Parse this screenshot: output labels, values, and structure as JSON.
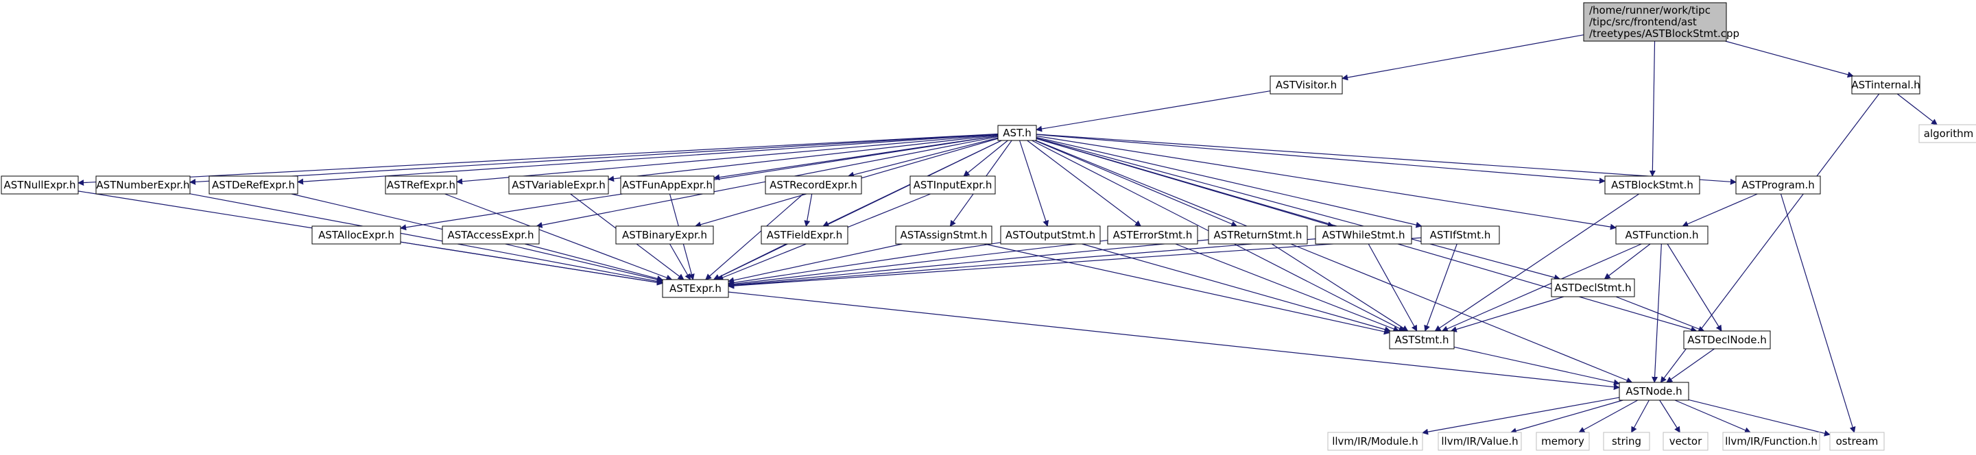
{
  "graph": {
    "root": {
      "line1": "/home/runner/work/tipc",
      "line2": "/tipc/src/frontend/ast",
      "line3": "/treetypes/ASTBlockStmt.cpp"
    },
    "nodes": {
      "astvisitor": "ASTVisitor.h",
      "astinternal": "ASTinternal.h",
      "algorithm": "algorithm",
      "ast": "AST.h",
      "astnullexpr": "ASTNullExpr.h",
      "astnumberexpr": "ASTNumberExpr.h",
      "astderefexpr": "ASTDeRefExpr.h",
      "astrefexpr": "ASTRefExpr.h",
      "astvariableexpr": "ASTVariableExpr.h",
      "astfunappexpr": "ASTFunAppExpr.h",
      "astrecordexpr": "ASTRecordExpr.h",
      "astinputexpr": "ASTInputExpr.h",
      "astblockstmt": "ASTBlockStmt.h",
      "astprogram": "ASTProgram.h",
      "astallocexpr": "ASTAllocExpr.h",
      "astaccessexpr": "ASTAccessExpr.h",
      "astbinaryexpr": "ASTBinaryExpr.h",
      "astfieldexpr": "ASTFieldExpr.h",
      "astassignstmt": "ASTAssignStmt.h",
      "astoutputstmt": "ASTOutputStmt.h",
      "asterrorstmt": "ASTErrorStmt.h",
      "astreturnstmt": "ASTReturnStmt.h",
      "astwhilestmt": "ASTWhileStmt.h",
      "astifstmt": "ASTIfStmt.h",
      "astfunction": "ASTFunction.h",
      "astexpr": "ASTExpr.h",
      "astdeclstmt": "ASTDeclStmt.h",
      "aststmt": "ASTStmt.h",
      "astdeclnode": "ASTDeclNode.h",
      "astnode": "ASTNode.h",
      "llvmmodule": "llvm/IR/Module.h",
      "llvmvalue": "llvm/IR/Value.h",
      "memory": "memory",
      "string": "string",
      "vector": "vector",
      "llvmfunction": "llvm/IR/Function.h",
      "ostream": "ostream"
    }
  }
}
